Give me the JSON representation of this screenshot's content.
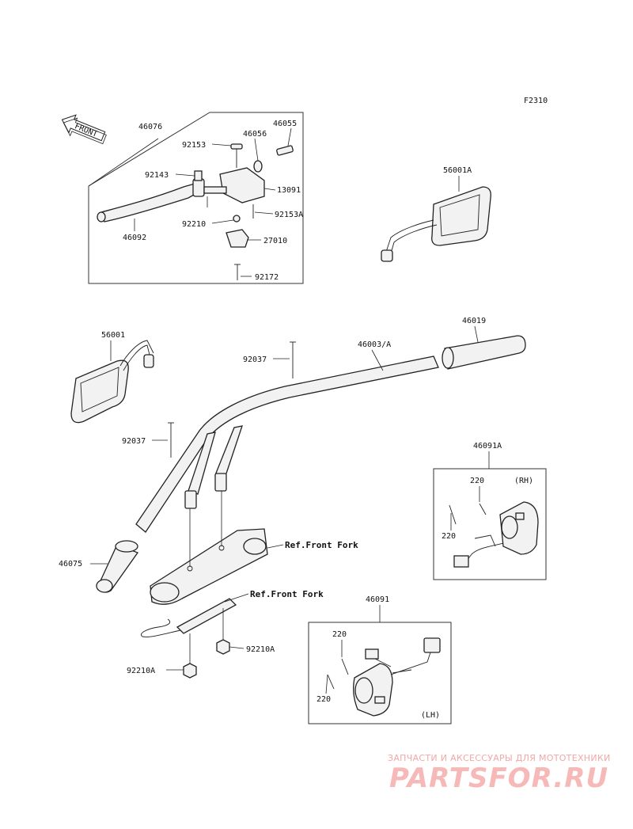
{
  "diagram_code": "F2310",
  "front_label": "FRONT",
  "labels": {
    "p46076": "46076",
    "p92153": "92153",
    "p46056": "46056",
    "p46055": "46055",
    "p92143": "92143",
    "p13091": "13091",
    "p92210": "92210",
    "p92153A": "92153A",
    "p27010": "27010",
    "p46092": "46092",
    "p92172": "92172",
    "p56001A": "56001A",
    "p46019": "46019",
    "p56001": "56001",
    "p46003A": "46003/A",
    "p92037a": "92037",
    "p92037b": "92037",
    "p46091A": "46091A",
    "p220a": "220",
    "p220b": "220",
    "rh": "(RH)",
    "p46075": "46075",
    "p92210Aa": "92210A",
    "p92210Ab": "92210A",
    "p46091": "46091",
    "p220c": "220",
    "p220d": "220",
    "lh": "(LH)"
  },
  "references": {
    "front_fork_1": "Ref.Front Fork",
    "front_fork_2": "Ref.Front Fork"
  },
  "watermark": {
    "tagline": "ЗАПЧАСТИ И АКСЕССУАРЫ ДЛЯ МОТОТЕХНИКИ",
    "brand": "PARTSFOR.RU"
  }
}
